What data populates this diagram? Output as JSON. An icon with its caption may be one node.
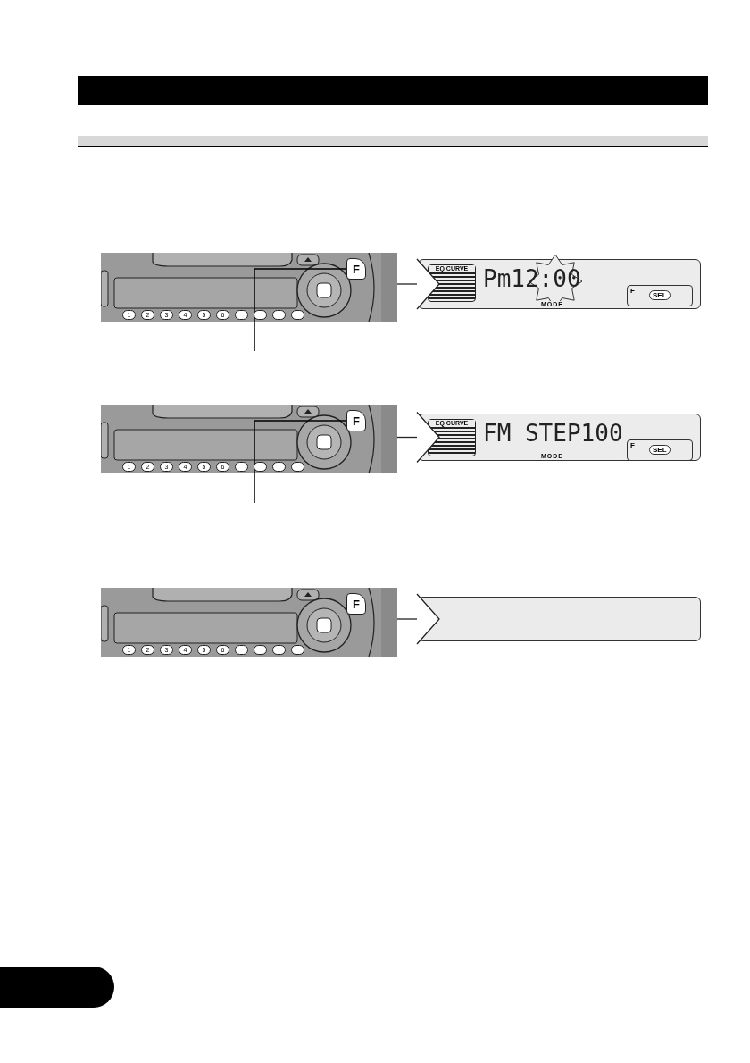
{
  "diagram": {
    "nodes": [
      {
        "text": [],
        "shape": "bar"
      },
      {
        "text": [],
        "shape": "bar"
      },
      {
        "text": [],
        "shape": "picture"
      },
      {
        "text": [
          "F"
        ],
        "in": 2
      },
      {
        "text": [
          "EQ CURVE",
          "Pm12:00",
          "MODE",
          "F",
          "SEL"
        ]
      },
      {
        "text": [],
        "shape": "picture"
      },
      {
        "text": [
          "F"
        ],
        "in": 5
      },
      {
        "text": [
          "EQ CURVE",
          "FM STEP100",
          "MODE",
          "F",
          "SEL"
        ]
      },
      {
        "text": [],
        "shape": "picture"
      },
      {
        "text": [
          "F"
        ],
        "in": 8
      },
      {
        "text": [],
        "shape": "box"
      },
      {
        "text": [],
        "shape": "bar"
      }
    ],
    "edges": [
      {
        "from": 2,
        "to": 4,
        "arrow": "to"
      },
      {
        "from": null,
        "to": 3,
        "arrow": "none"
      },
      {
        "from": 5,
        "to": 7,
        "arrow": "to"
      },
      {
        "from": null,
        "to": 6,
        "arrow": "none"
      },
      {
        "from": 8,
        "to": 10,
        "arrow": "to"
      }
    ],
    "labels": [
      "1",
      "2",
      "3",
      "4",
      "5",
      "6",
      "1",
      "2",
      "3",
      "4",
      "5",
      "6",
      "1",
      "2",
      "3",
      "4",
      "5",
      "6"
    ]
  }
}
